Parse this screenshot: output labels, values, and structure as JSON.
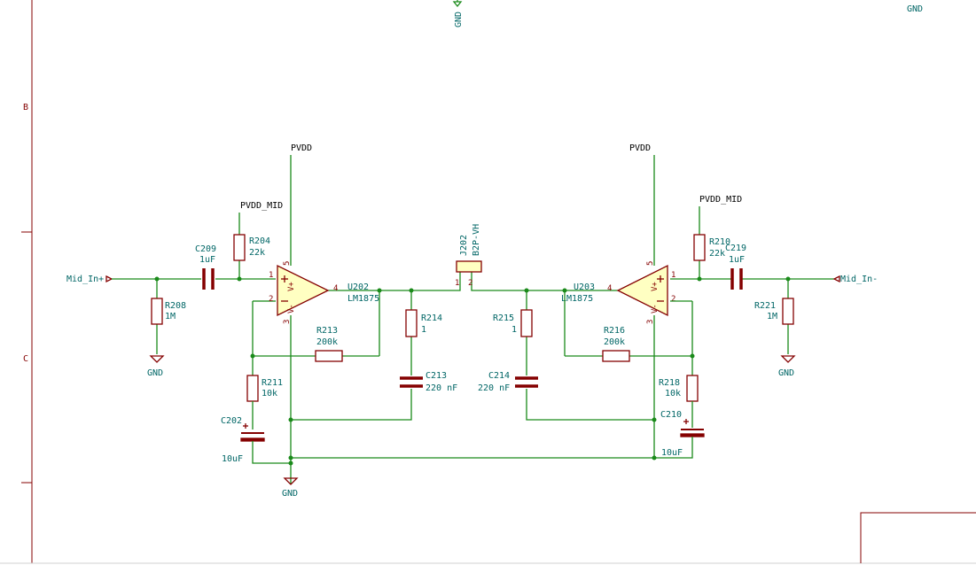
{
  "frame": {
    "rows": [
      "B",
      "C"
    ]
  },
  "power": {
    "gnd": "GND",
    "pvdd": "PVDD",
    "pvdd_mid": "PVDD_MID"
  },
  "ports": {
    "in_plus": "Mid_In+",
    "in_minus": "Mid_In-"
  },
  "connector": {
    "ref": "J202",
    "value": "B2P-VH",
    "pin1": "1",
    "pin2": "2"
  },
  "opamps": [
    {
      "ref": "U202",
      "value": "LM1875",
      "pins": [
        "1",
        "2",
        "3",
        "4",
        "5"
      ],
      "vplus": "V+",
      "vminus": "V-"
    },
    {
      "ref": "U203",
      "value": "LM1875",
      "pins": [
        "1",
        "2",
        "3",
        "4",
        "5"
      ],
      "vplus": "V+",
      "vminus": "V-"
    }
  ],
  "components": {
    "C209": {
      "ref": "C209",
      "value": "1uF"
    },
    "R204": {
      "ref": "R204",
      "value": "22k"
    },
    "R208": {
      "ref": "R208",
      "value": "1M"
    },
    "R213": {
      "ref": "R213",
      "value": "200k"
    },
    "R211": {
      "ref": "R211",
      "value": "10k"
    },
    "C202": {
      "ref": "C202",
      "value": "10uF"
    },
    "R214": {
      "ref": "R214",
      "value": "1"
    },
    "C213": {
      "ref": "C213",
      "value": "220 nF"
    },
    "R215": {
      "ref": "R215",
      "value": "1"
    },
    "C214": {
      "ref": "C214",
      "value": "220 nF"
    },
    "R216": {
      "ref": "R216",
      "value": "200k"
    },
    "R210": {
      "ref": "R210",
      "value": "22k"
    },
    "C219": {
      "ref": "C219",
      "value": "1uF"
    },
    "R221": {
      "ref": "R221",
      "value": "1M"
    },
    "R218": {
      "ref": "R218",
      "value": "10k"
    },
    "C210": {
      "ref": "C210",
      "value": "10uF"
    }
  },
  "colors": {
    "wire": "#1a8a1a",
    "component": "#840000",
    "label": "#006666",
    "fill": "#ffffc2"
  }
}
